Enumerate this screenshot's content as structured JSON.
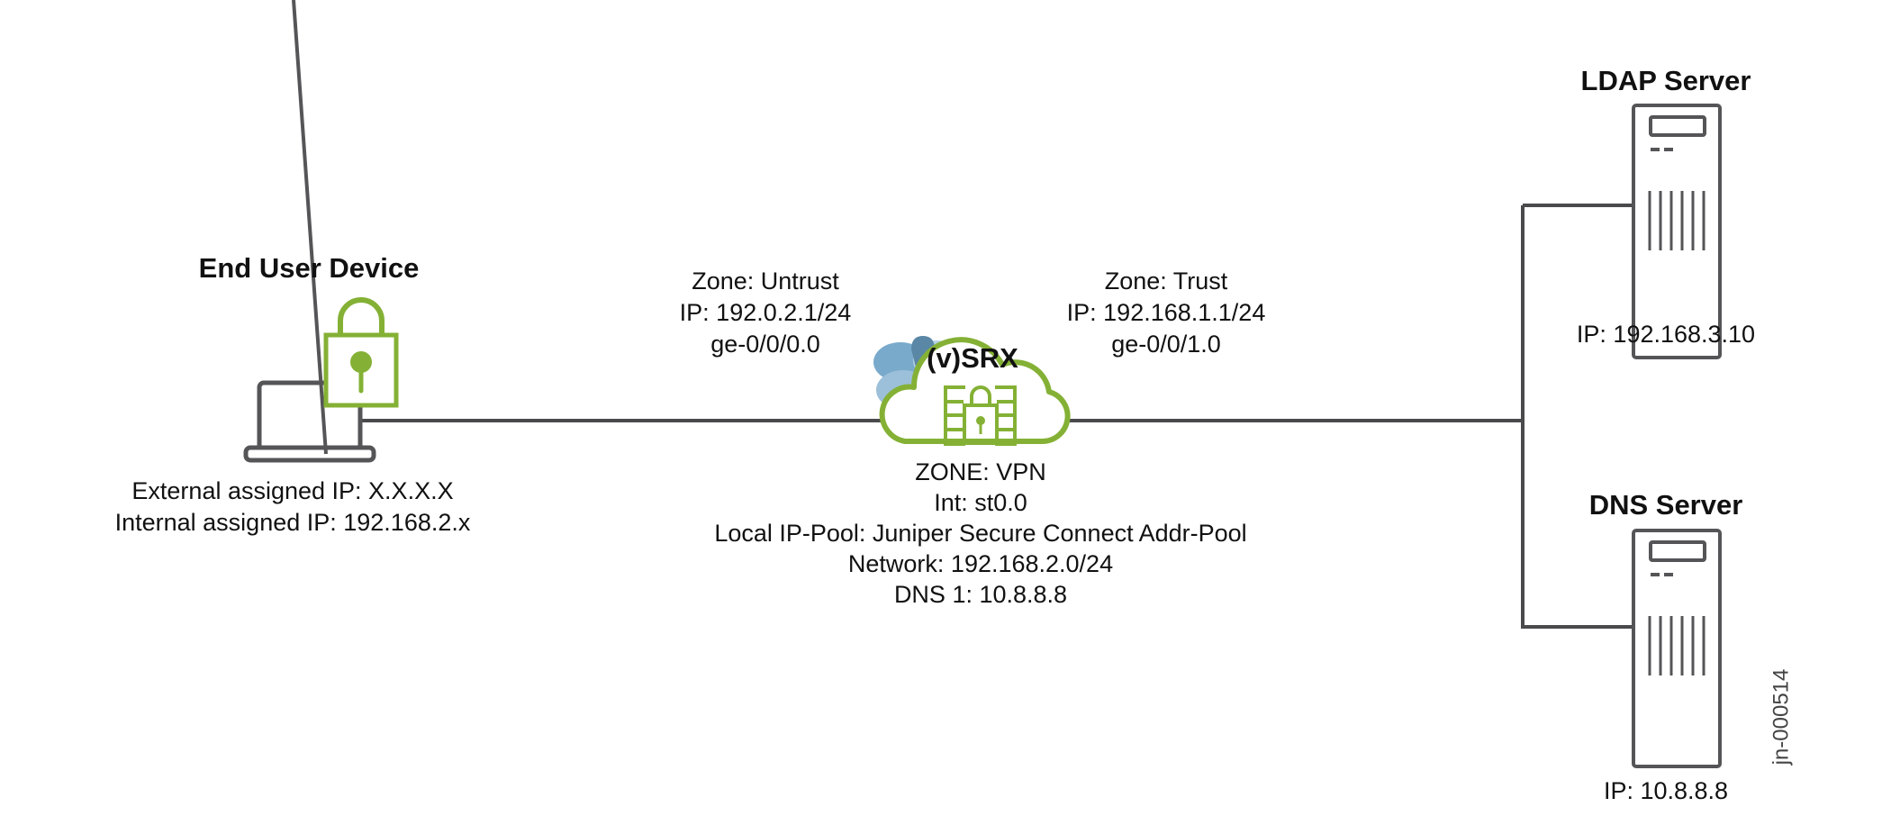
{
  "end_user": {
    "title": "End User Device",
    "external_ip": "External assigned IP: X.X.X.X",
    "internal_ip": "Internal assigned IP: 192.168.2.x"
  },
  "untrust": {
    "zone": "Zone: Untrust",
    "ip": "IP: 192.0.2.1/24",
    "iface": "ge-0/0/0.0"
  },
  "trust": {
    "zone": "Zone: Trust",
    "ip": "IP: 192.168.1.1/24",
    "iface": "ge-0/0/1.0"
  },
  "srx": {
    "title": "(v)SRX",
    "zone": "ZONE: VPN",
    "int": "Int: st0.0",
    "pool": "Local IP-Pool: Juniper Secure Connect Addr-Pool",
    "network": "Network: 192.168.2.0/24",
    "dns": "DNS 1: 10.8.8.8"
  },
  "ldap": {
    "title": "LDAP Server",
    "ip": "IP: 192.168.3.10"
  },
  "dns": {
    "title": "DNS Server",
    "ip": "IP: 10.8.8.8"
  },
  "figure_id": "jn-000514",
  "colors": {
    "green": "#84b135",
    "line": "#4a4a4c",
    "blue": "#5b87a6"
  }
}
